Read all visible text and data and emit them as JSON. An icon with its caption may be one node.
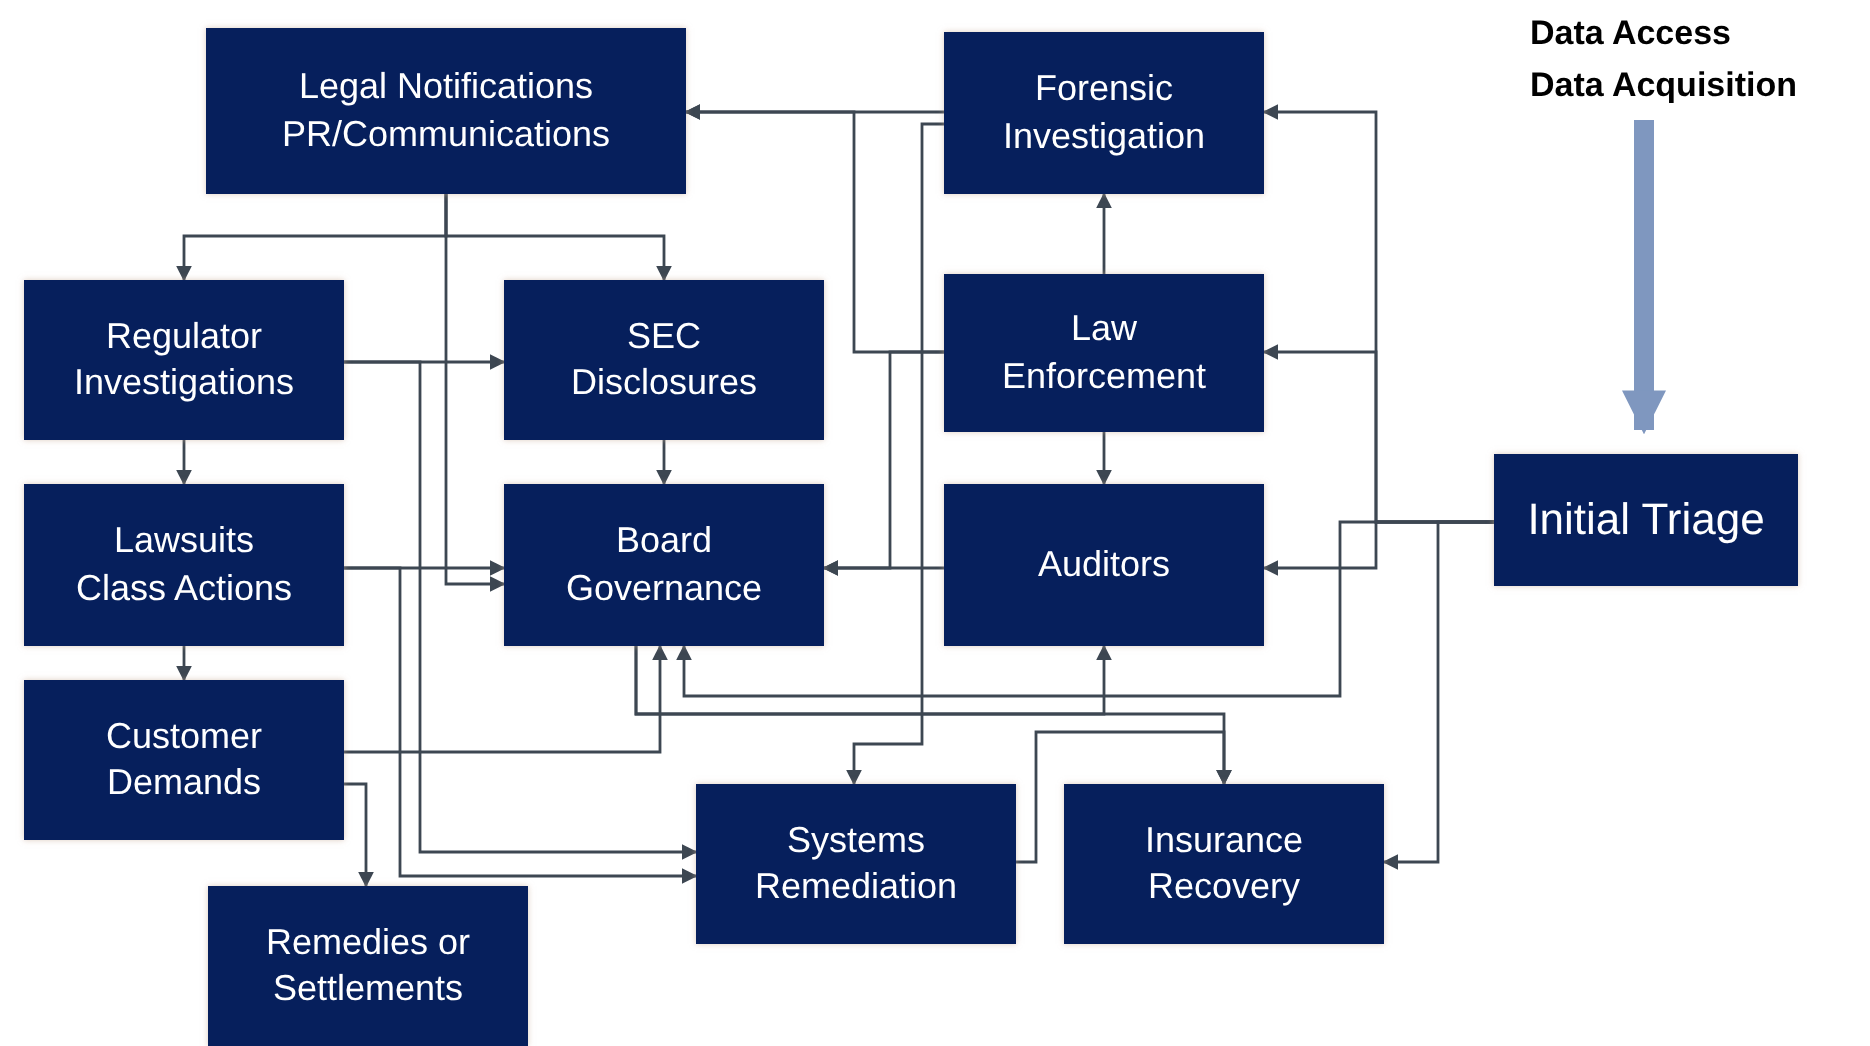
{
  "diagram": {
    "nodes": [
      {
        "text": [
          "Legal Notifications PR/Communications"
        ]
      },
      {
        "text": [
          "Forensic Investigation"
        ]
      },
      {
        "text": [
          "Regulator Investigations"
        ]
      },
      {
        "text": [
          "SEC Disclosures"
        ]
      },
      {
        "text": [
          "Law Enforcement"
        ]
      },
      {
        "text": [
          "Lawsuits Class Actions"
        ]
      },
      {
        "text": [
          "Board Governance"
        ]
      },
      {
        "text": [
          "Auditors"
        ]
      },
      {
        "text": [
          "Initial Triage"
        ]
      },
      {
        "text": [
          "Customer Demands"
        ]
      },
      {
        "text": [
          "Systems Remediation"
        ]
      },
      {
        "text": [
          "Insurance Recovery"
        ]
      },
      {
        "text": [
          "Remedies or Settlements"
        ]
      },
      {
        "text": [
          "Data Access",
          "Data Acquisition"
        ]
      }
    ],
    "edges": [
      {
        "from": 0,
        "to": 2,
        "arrow": "to"
      },
      {
        "from": 0,
        "to": 3,
        "arrow": "to"
      },
      {
        "from": 0,
        "to": 6,
        "arrow": "to"
      },
      {
        "from": 1,
        "to": 0,
        "arrow": "to"
      },
      {
        "from": 4,
        "to": 0,
        "arrow": "to"
      },
      {
        "from": 2,
        "to": 3,
        "arrow": "to"
      },
      {
        "from": 2,
        "to": 5,
        "arrow": "to"
      },
      {
        "from": 2,
        "to": 10,
        "arrow": "to"
      },
      {
        "from": 3,
        "to": 6,
        "arrow": "to"
      },
      {
        "from": 4,
        "to": 1,
        "arrow": "to"
      },
      {
        "from": 4,
        "to": 7,
        "arrow": "to"
      },
      {
        "from": 4,
        "to": 6,
        "arrow": "to"
      },
      {
        "from": 7,
        "to": 6,
        "arrow": "to"
      },
      {
        "from": 1,
        "to": 10,
        "arrow": "to"
      },
      {
        "from": 5,
        "to": 6,
        "arrow": "to"
      },
      {
        "from": 5,
        "to": 9,
        "arrow": "to"
      },
      {
        "from": 5,
        "to": 10,
        "arrow": "to"
      },
      {
        "from": 9,
        "to": 12,
        "arrow": "to"
      },
      {
        "from": 9,
        "to": 6,
        "arrow": "to"
      },
      {
        "from": 8,
        "to": 1,
        "arrow": "to"
      },
      {
        "from": 8,
        "to": 4,
        "arrow": "to"
      },
      {
        "from": 8,
        "to": 7,
        "arrow": "to"
      },
      {
        "from": 8,
        "to": 6,
        "arrow": "to"
      },
      {
        "from": 8,
        "to": 11,
        "arrow": "to"
      },
      {
        "from": 6,
        "to": 7,
        "arrow": "to"
      },
      {
        "from": 6,
        "to": 11,
        "arrow": "to"
      },
      {
        "from": 10,
        "to": 11,
        "arrow": "to"
      },
      {
        "from": 13,
        "to": 8,
        "arrow": "to",
        "style": "thick",
        "color": "#7f97bf"
      }
    ]
  }
}
